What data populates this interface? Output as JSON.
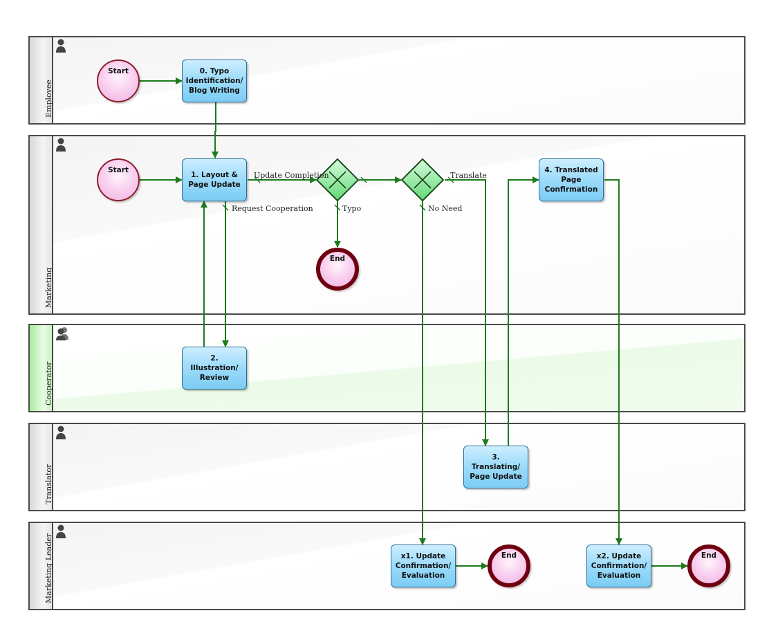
{
  "lanes": [
    {
      "label": "Employee"
    },
    {
      "label": "Marketing"
    },
    {
      "label": "Cooperator"
    },
    {
      "label": "Translator"
    },
    {
      "label": "Marketing Leader"
    }
  ],
  "events": {
    "start_employee": "Start",
    "start_marketing": "Start",
    "end_typo": "End",
    "end_x1": "End",
    "end_x2": "End"
  },
  "tasks": {
    "t0": "0. Typo\nIdentification/\nBlog Writing",
    "t1": "1. Layout &\nPage Update",
    "t2": "2. Illustration/\nReview",
    "t3": "3.\nTranslating/\nPage Update",
    "t4": "4. Translated\nPage\nConfirmation",
    "x1": "x1. Update\nConfirmation/\nEvaluation",
    "x2": "x2. Update\nConfirmation/\nEvaluation"
  },
  "flow_labels": {
    "update_completion": "Update Completion",
    "request_cooperation": "Request Cooperation",
    "typo": "Typo",
    "translate": "Translate",
    "no_need": "No Need"
  },
  "colors": {
    "flow": "#1d7a1d",
    "task_fill": "#9fdcfb",
    "task_border": "#2b6e95",
    "event_fill": "#f7c8ec",
    "end_border": "#6e0010",
    "gateway_fill": "#8ee89b",
    "lane_border": "#4a4a4a",
    "cooperator_lane": "#e8fbe4"
  },
  "icons": {
    "lane_person": "person-icon",
    "lane_group": "group-icon",
    "gateway_marker": "x-marker-icon"
  }
}
